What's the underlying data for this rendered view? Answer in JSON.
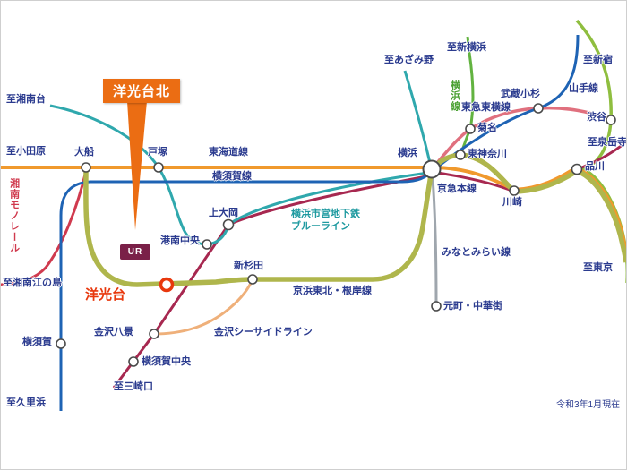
{
  "callout": {
    "text": "洋光台北",
    "color": "#EB6D13"
  },
  "highlight": {
    "station_label": "洋光台",
    "ring_color": "#E8380D"
  },
  "ur_badge": "UR",
  "note": "令和3年1月現在",
  "lines": {
    "tokaido": {
      "label": "東海道線",
      "color": "#F0992D"
    },
    "yokosuka": {
      "label": "横須賀線",
      "color": "#1E63B4"
    },
    "negishi": {
      "label": "京浜東北・根岸線",
      "color": "#AFB64C"
    },
    "subway_blue": {
      "label1": "横浜市営地下鉄",
      "label2": "ブルーライン",
      "color": "#2FA8AD"
    },
    "keikyu": {
      "label": "京急本線",
      "color": "#A72850"
    },
    "toyoko": {
      "label": "東急東横線",
      "color": "#E0707E"
    },
    "yokohama_line": {
      "label": "横浜線",
      "color": "#62B340"
    },
    "yamanote": {
      "label": "山手線",
      "color": "#8FBE3F"
    },
    "minatomirai": {
      "label": "みなとみらい線",
      "color": "#9FA6AD"
    },
    "seaside": {
      "label": "金沢シーサイドライン",
      "color": "#EFB07A"
    },
    "monorail": {
      "label": "湘南モノレール",
      "color": "#D03A4E"
    }
  },
  "stations": {
    "ofuna": "大船",
    "totsuka": "戸塚",
    "yokohama": "横浜",
    "kamiooka": "上大岡",
    "konan_chuo": "港南中央",
    "shin_sugita": "新杉田",
    "yokodai": "洋光台",
    "kanazawa_hakkei": "金沢八景",
    "yokosuka_chuo": "横須賀中央",
    "yokosuka": "横須賀",
    "kikuna": "菊名",
    "higashi_kanagawa": "東神奈川",
    "musashi_kosugi": "武蔵小杉",
    "kawasaki": "川崎",
    "shinagawa": "品川",
    "shibuya": "渋谷",
    "motomachi_chukagai": "元町・中華街"
  },
  "destinations": {
    "shonandai": "至湘南台",
    "odawara": "至小田原",
    "shonan_enoshima": "至湘南江の島",
    "kurihama": "至久里浜",
    "misakiguchi": "至三崎口",
    "azamino": "至あざみ野",
    "shin_yokohama": "至新横浜",
    "shinjuku": "至新宿",
    "sengakuji": "至泉岳寺",
    "tokyo": "至東京"
  }
}
